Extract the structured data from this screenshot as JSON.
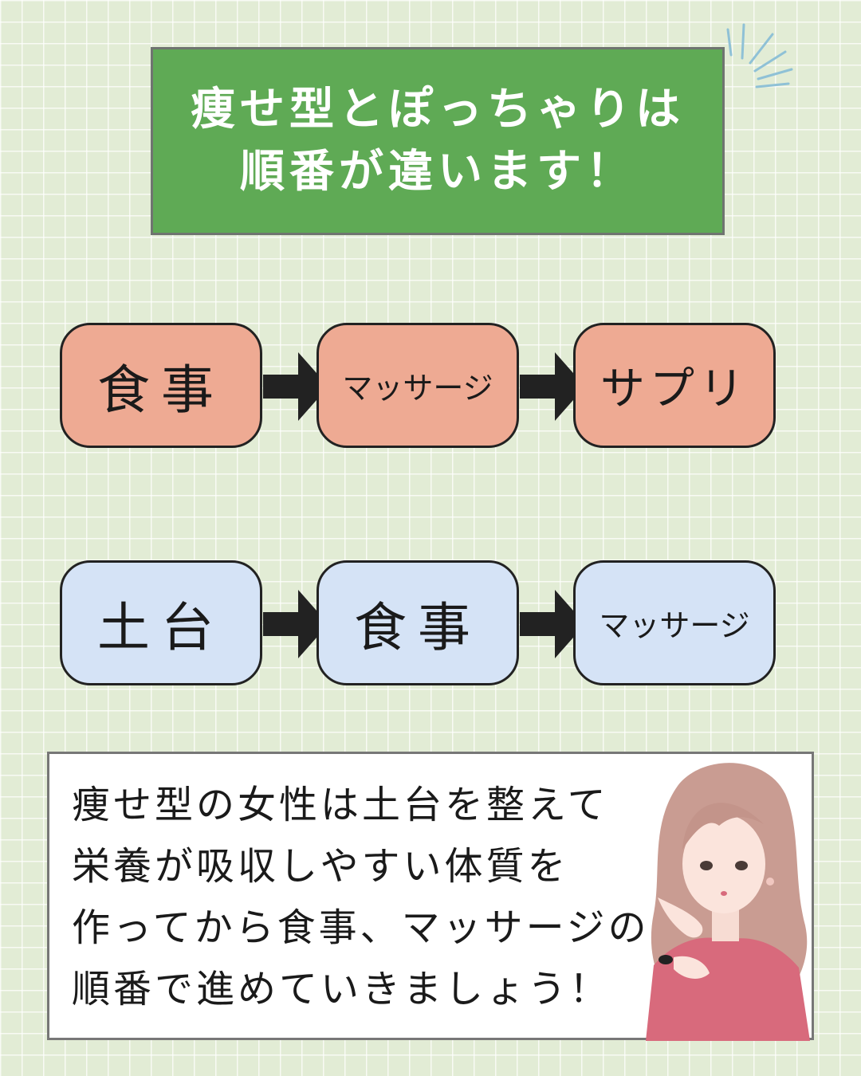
{
  "title": {
    "line1": "痩せ型とぽっちゃりは",
    "line2": "順番が違います！"
  },
  "row1": [
    "食事",
    "マッサージ",
    "サプリ"
  ],
  "row2": [
    "土台",
    "食事",
    "マッサージ"
  ],
  "note": {
    "lines": [
      "痩せ型の女性は土台を整えて",
      "栄養が吸収しやすい体質を",
      "作ってから食事、マッサージの",
      "順番で進めていきましょう！"
    ]
  },
  "colors": {
    "title_bg": "#5faa55",
    "row1_bg": "#eeaa93",
    "row2_bg": "#d5e3f6",
    "arrow": "#222222"
  }
}
